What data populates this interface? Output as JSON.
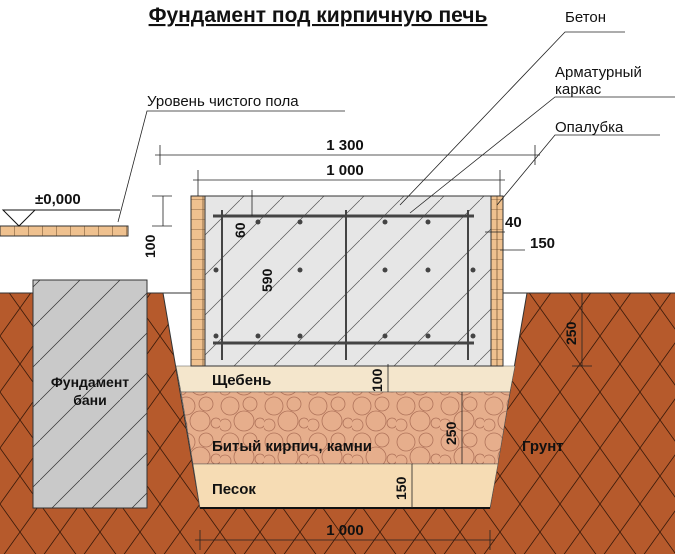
{
  "title": "Фундамент под кирпичную печь",
  "labels": {
    "concrete": "Бетон",
    "rebar_line1": "Арматурный",
    "rebar_line2": "каркас",
    "formwork": "Опалубка",
    "floor_level": "Уровень чистого пола",
    "elevation": "±0,000",
    "bath_foundation_line1": "Фундамент",
    "bath_foundation_line2": "бани",
    "gravel": "Щебень",
    "broken_brick": "Битый кирпич, камни",
    "sand": "Песок",
    "soil": "Грунт"
  },
  "dimensions": {
    "overall_width": "1 300",
    "slab_width": "1 000",
    "above_floor": "100",
    "rebar_cover_top": "60",
    "slab_height": "590",
    "formwork_thickness": "40",
    "formwork_offset": "150",
    "depth_below_ground": "250",
    "gravel_thickness": "100",
    "brick_thickness": "250",
    "sand_thickness": "150",
    "bottom_width": "1 000"
  },
  "colors": {
    "soil": "#b65a2c",
    "concrete": "#e6e6e6",
    "brick": "#efc18f",
    "gravel": "#f4e6cc",
    "broken_brick": "#e6ae8c",
    "sand": "#f6dcb4",
    "bath": "#c9c9c9"
  }
}
